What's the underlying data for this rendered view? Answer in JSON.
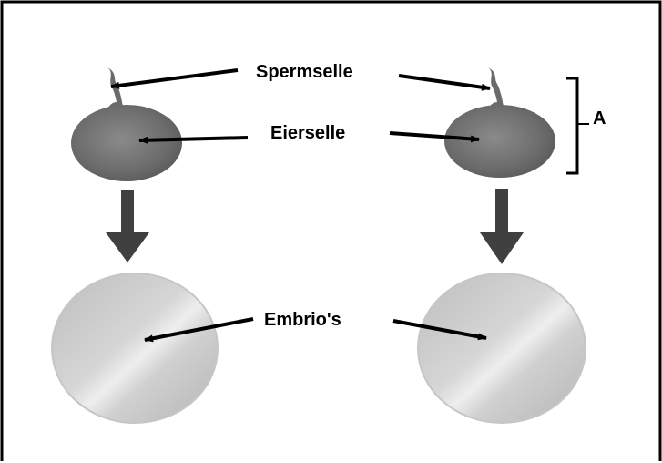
{
  "labels": {
    "sperm_cell": "Spermselle",
    "egg_cell": "Eierselle",
    "embryos": "Embrio's",
    "bracket": "A"
  },
  "colors": {
    "egg_fill": "#6f6f6f",
    "embryo_fill": "#d4d4d4",
    "arrow_fill": "#404040",
    "border": "#000000"
  }
}
